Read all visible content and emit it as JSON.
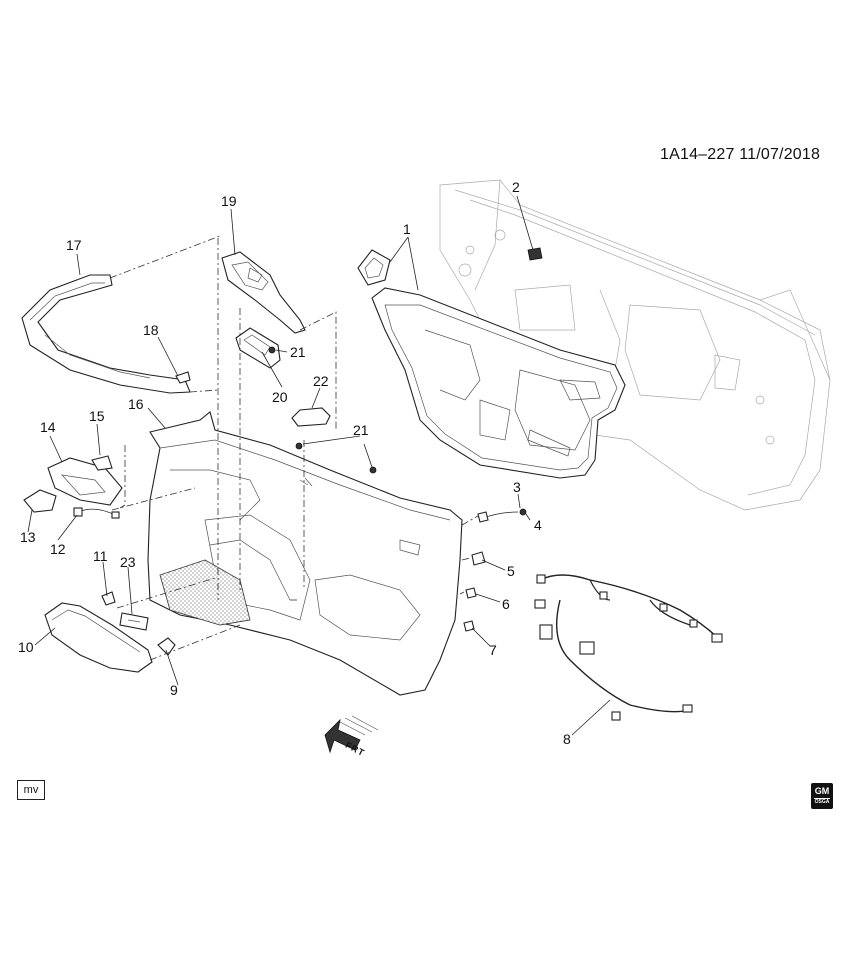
{
  "header": {
    "diagram_id": "1A14–227  11/07/2018"
  },
  "callouts": [
    "1",
    "2",
    "3",
    "4",
    "5",
    "6",
    "7",
    "8",
    "9",
    "10",
    "11",
    "12",
    "13",
    "14",
    "15",
    "16",
    "17",
    "18",
    "19",
    "20",
    "21",
    "21",
    "22",
    "23"
  ],
  "footer": {
    "mv_label": "mv",
    "logo_text": "GM",
    "logo_sub": "OSGA"
  },
  "direction_label": "FRT",
  "colors": {
    "line": "#222222",
    "background": "#ffffff",
    "faint": "#aaaaaa"
  },
  "icons": [
    "front-arrow-icon",
    "gm-logo-icon"
  ]
}
